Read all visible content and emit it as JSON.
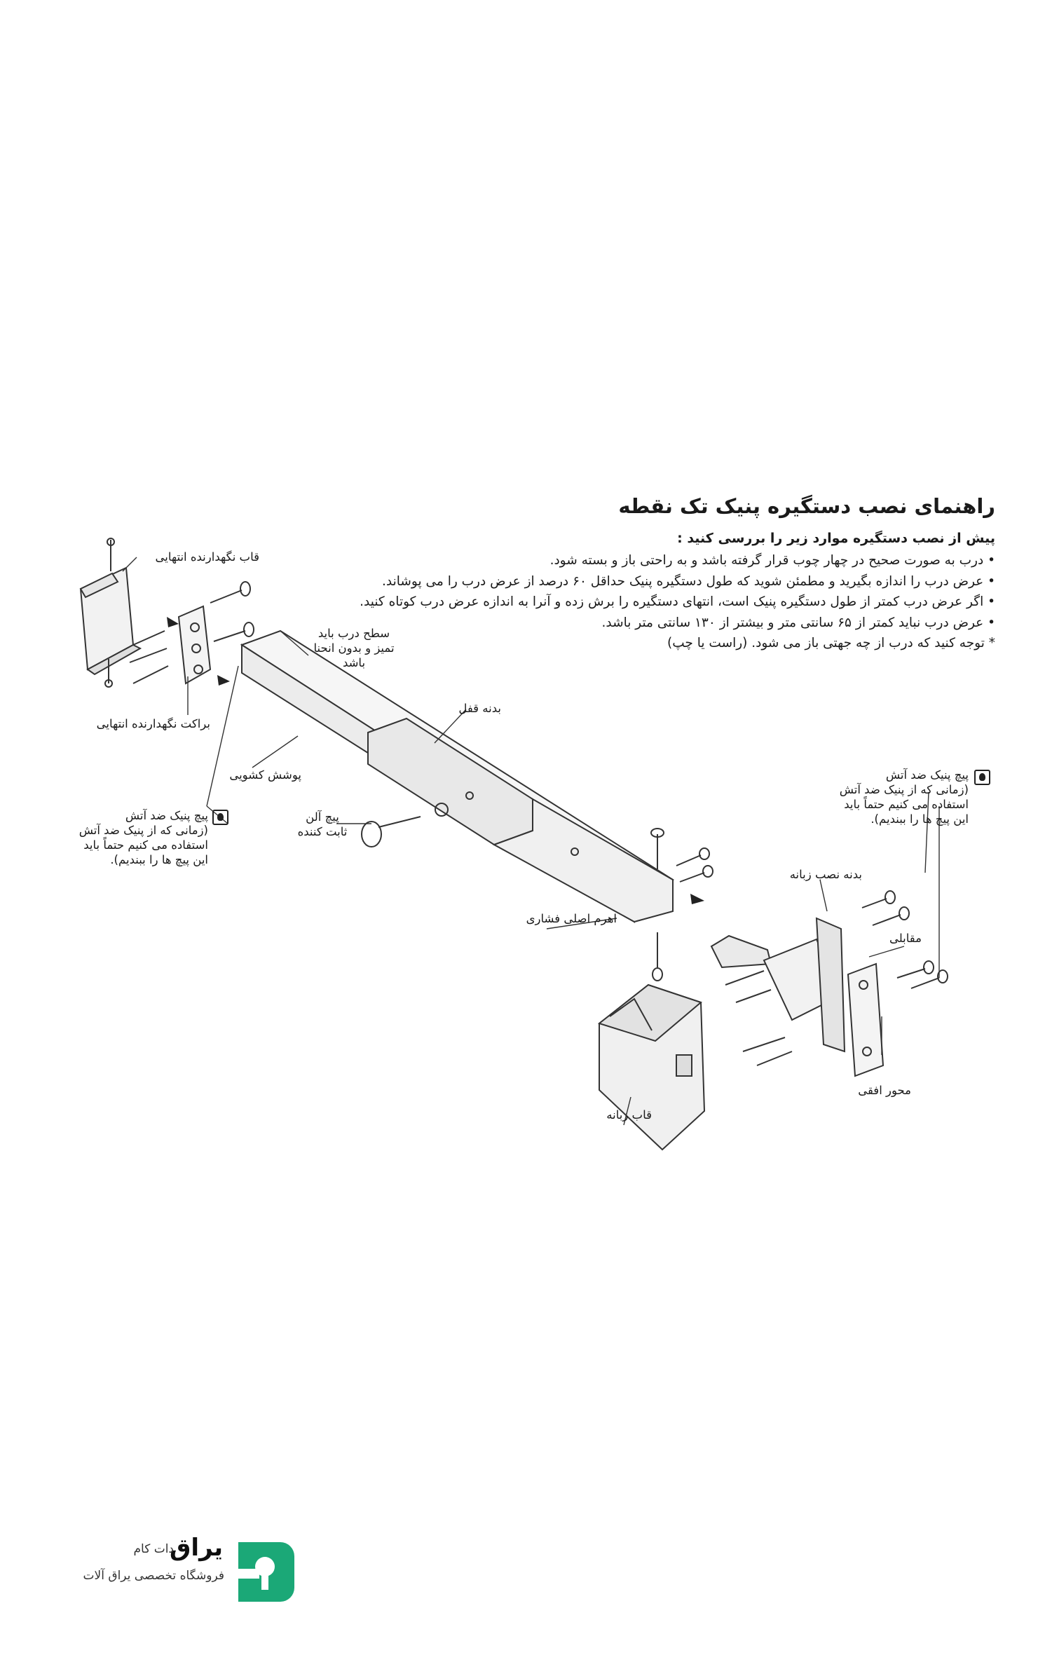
{
  "document": {
    "title": "راهنمای نصب دستگیره پنیک تک نقطه",
    "intro": "پیش از نصب دستگیره موارد زیر را بررسی کنید :",
    "bullets": [
      "• درب به صورت صحیح در چهار چوب قرار گرفته باشد و به راحتی باز و بسته شود.",
      "• عرض درب را اندازه بگیرید و مطمئن شوید که طول دستگیره پنیک حداقل ۶۰ درصد از عرض درب را می پوشاند.",
      "• اگر عرض درب کمتر از طول دستگیره پنیک است، انتهای دستگیره را برش زده و آنرا به اندازه عرض درب کوتاه کنید.",
      "• عرض درب نباید کمتر از ۶۵ سانتی متر و بیشتر از ۱۳۰ سانتی متر باشد.",
      "* توجه کنید که درب از چه جهتی باز می شود.  (راست یا چپ)"
    ]
  },
  "labels": {
    "end_cap": "قاب نگهدارنده انتهایی",
    "end_bracket": "براکت نگهدارنده انتهایی",
    "door_surface": [
      "سطح درب باید",
      "تمیز و بدون انحنا",
      "باشد"
    ],
    "lock_body": "بدنه قفل",
    "slide_cover": "پوشش کشویی",
    "allen_screw": [
      "پیچ آلن",
      "ثابت کننده"
    ],
    "fire_note_left": [
      "پیچ پنیک ضد آتش",
      "(زمانی که از پنیک ضد آتش",
      "استفاده می کنیم حتماً باید",
      "این پیچ ها را ببندیم)."
    ],
    "fire_note_right": [
      "پیچ پنیک ضد آتش",
      "(زمانی که از پنیک ضد آتش",
      "استفاده می کنیم حتماً باید",
      "این پیچ ها را ببندیم)."
    ],
    "latch_mount_body": "بدنه نصب زبانه",
    "main_push_lever": "اهرم اصلی فشاری",
    "strike": "مقابلی",
    "horizontal_axis": "محور افقی",
    "latch_cover": "قاب زبانه"
  },
  "branding": {
    "name": "یراق",
    "suffix": "دات کام",
    "tagline": "فروشگاه تخصصی یراق آلات",
    "logo_color": "#1ba877"
  }
}
